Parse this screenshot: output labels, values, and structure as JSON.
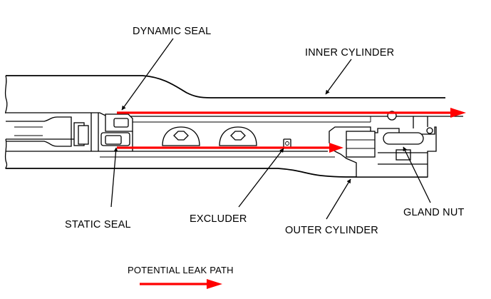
{
  "labels": {
    "dynamic_seal": "DYNAMIC SEAL",
    "inner_cylinder": "INNER CYLINDER",
    "static_seal": "STATIC SEAL",
    "excluder": "EXCLUDER",
    "outer_cylinder": "OUTER CYLINDER",
    "gland_nut": "GLAND NUT"
  },
  "legend": {
    "text": "POTENTIAL LEAK PATH",
    "color": "#ff0000"
  },
  "colors": {
    "leak_path": "#ff0000",
    "linework": "#000000",
    "background": "#ffffff"
  }
}
